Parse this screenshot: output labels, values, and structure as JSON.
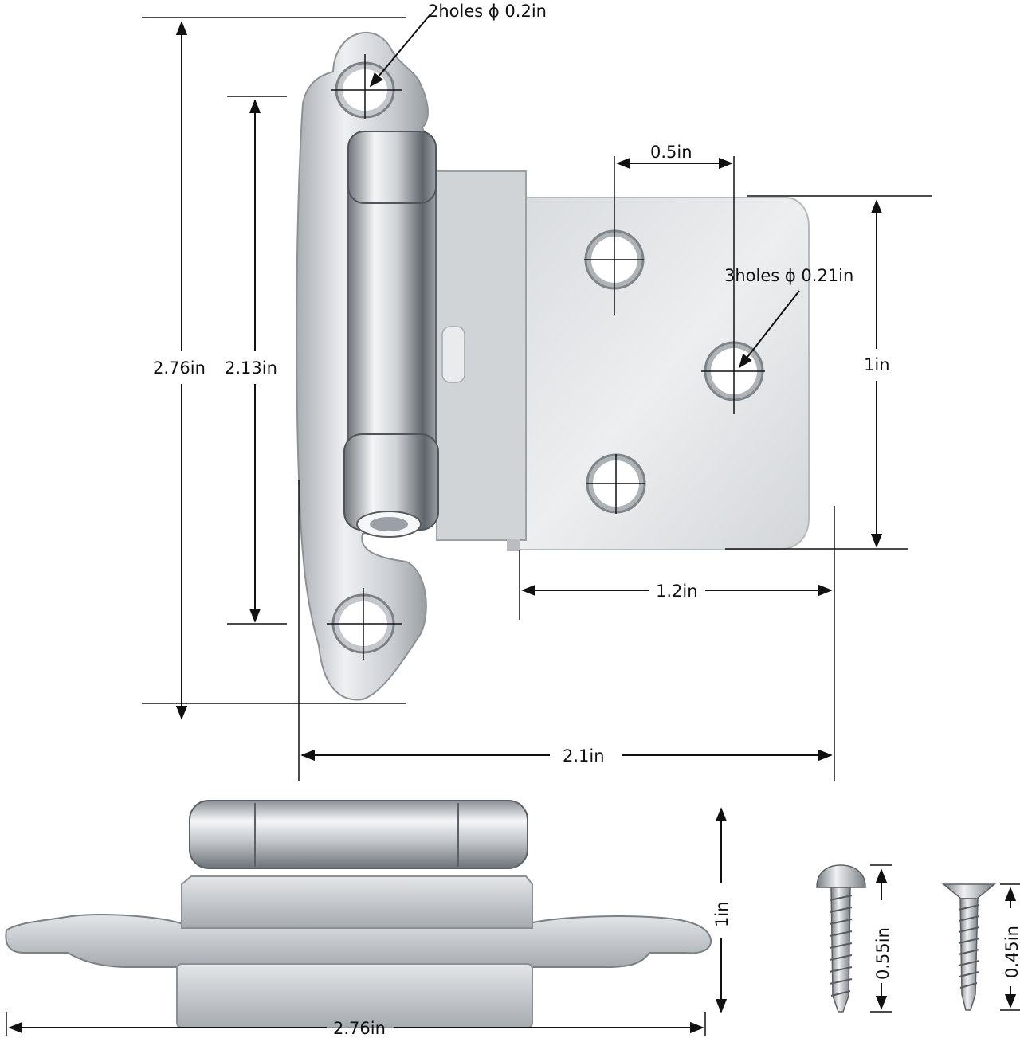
{
  "top_view": {
    "leaf_holes_label": "2holes ϕ 0.2in",
    "plate_holes_label": "3holes ϕ 0.21in",
    "overall_height_label": "2.76in",
    "hole_spacing_label": "2.13in",
    "hole_offset_label": "0.5in",
    "plate_height_label": "1in",
    "plate_width_label": "1.2in",
    "overall_width_label": "2.1in"
  },
  "side_view": {
    "height_label": "1in",
    "width_label": "2.76in"
  },
  "screws": {
    "round_head_length_label": "0.55in",
    "flat_head_length_label": "0.45in"
  },
  "colors": {
    "metal_light": "#f2f3f4",
    "metal_mid": "#c9cdd1",
    "metal_dark": "#7d8388",
    "line": "#111111",
    "background": "#ffffff"
  }
}
